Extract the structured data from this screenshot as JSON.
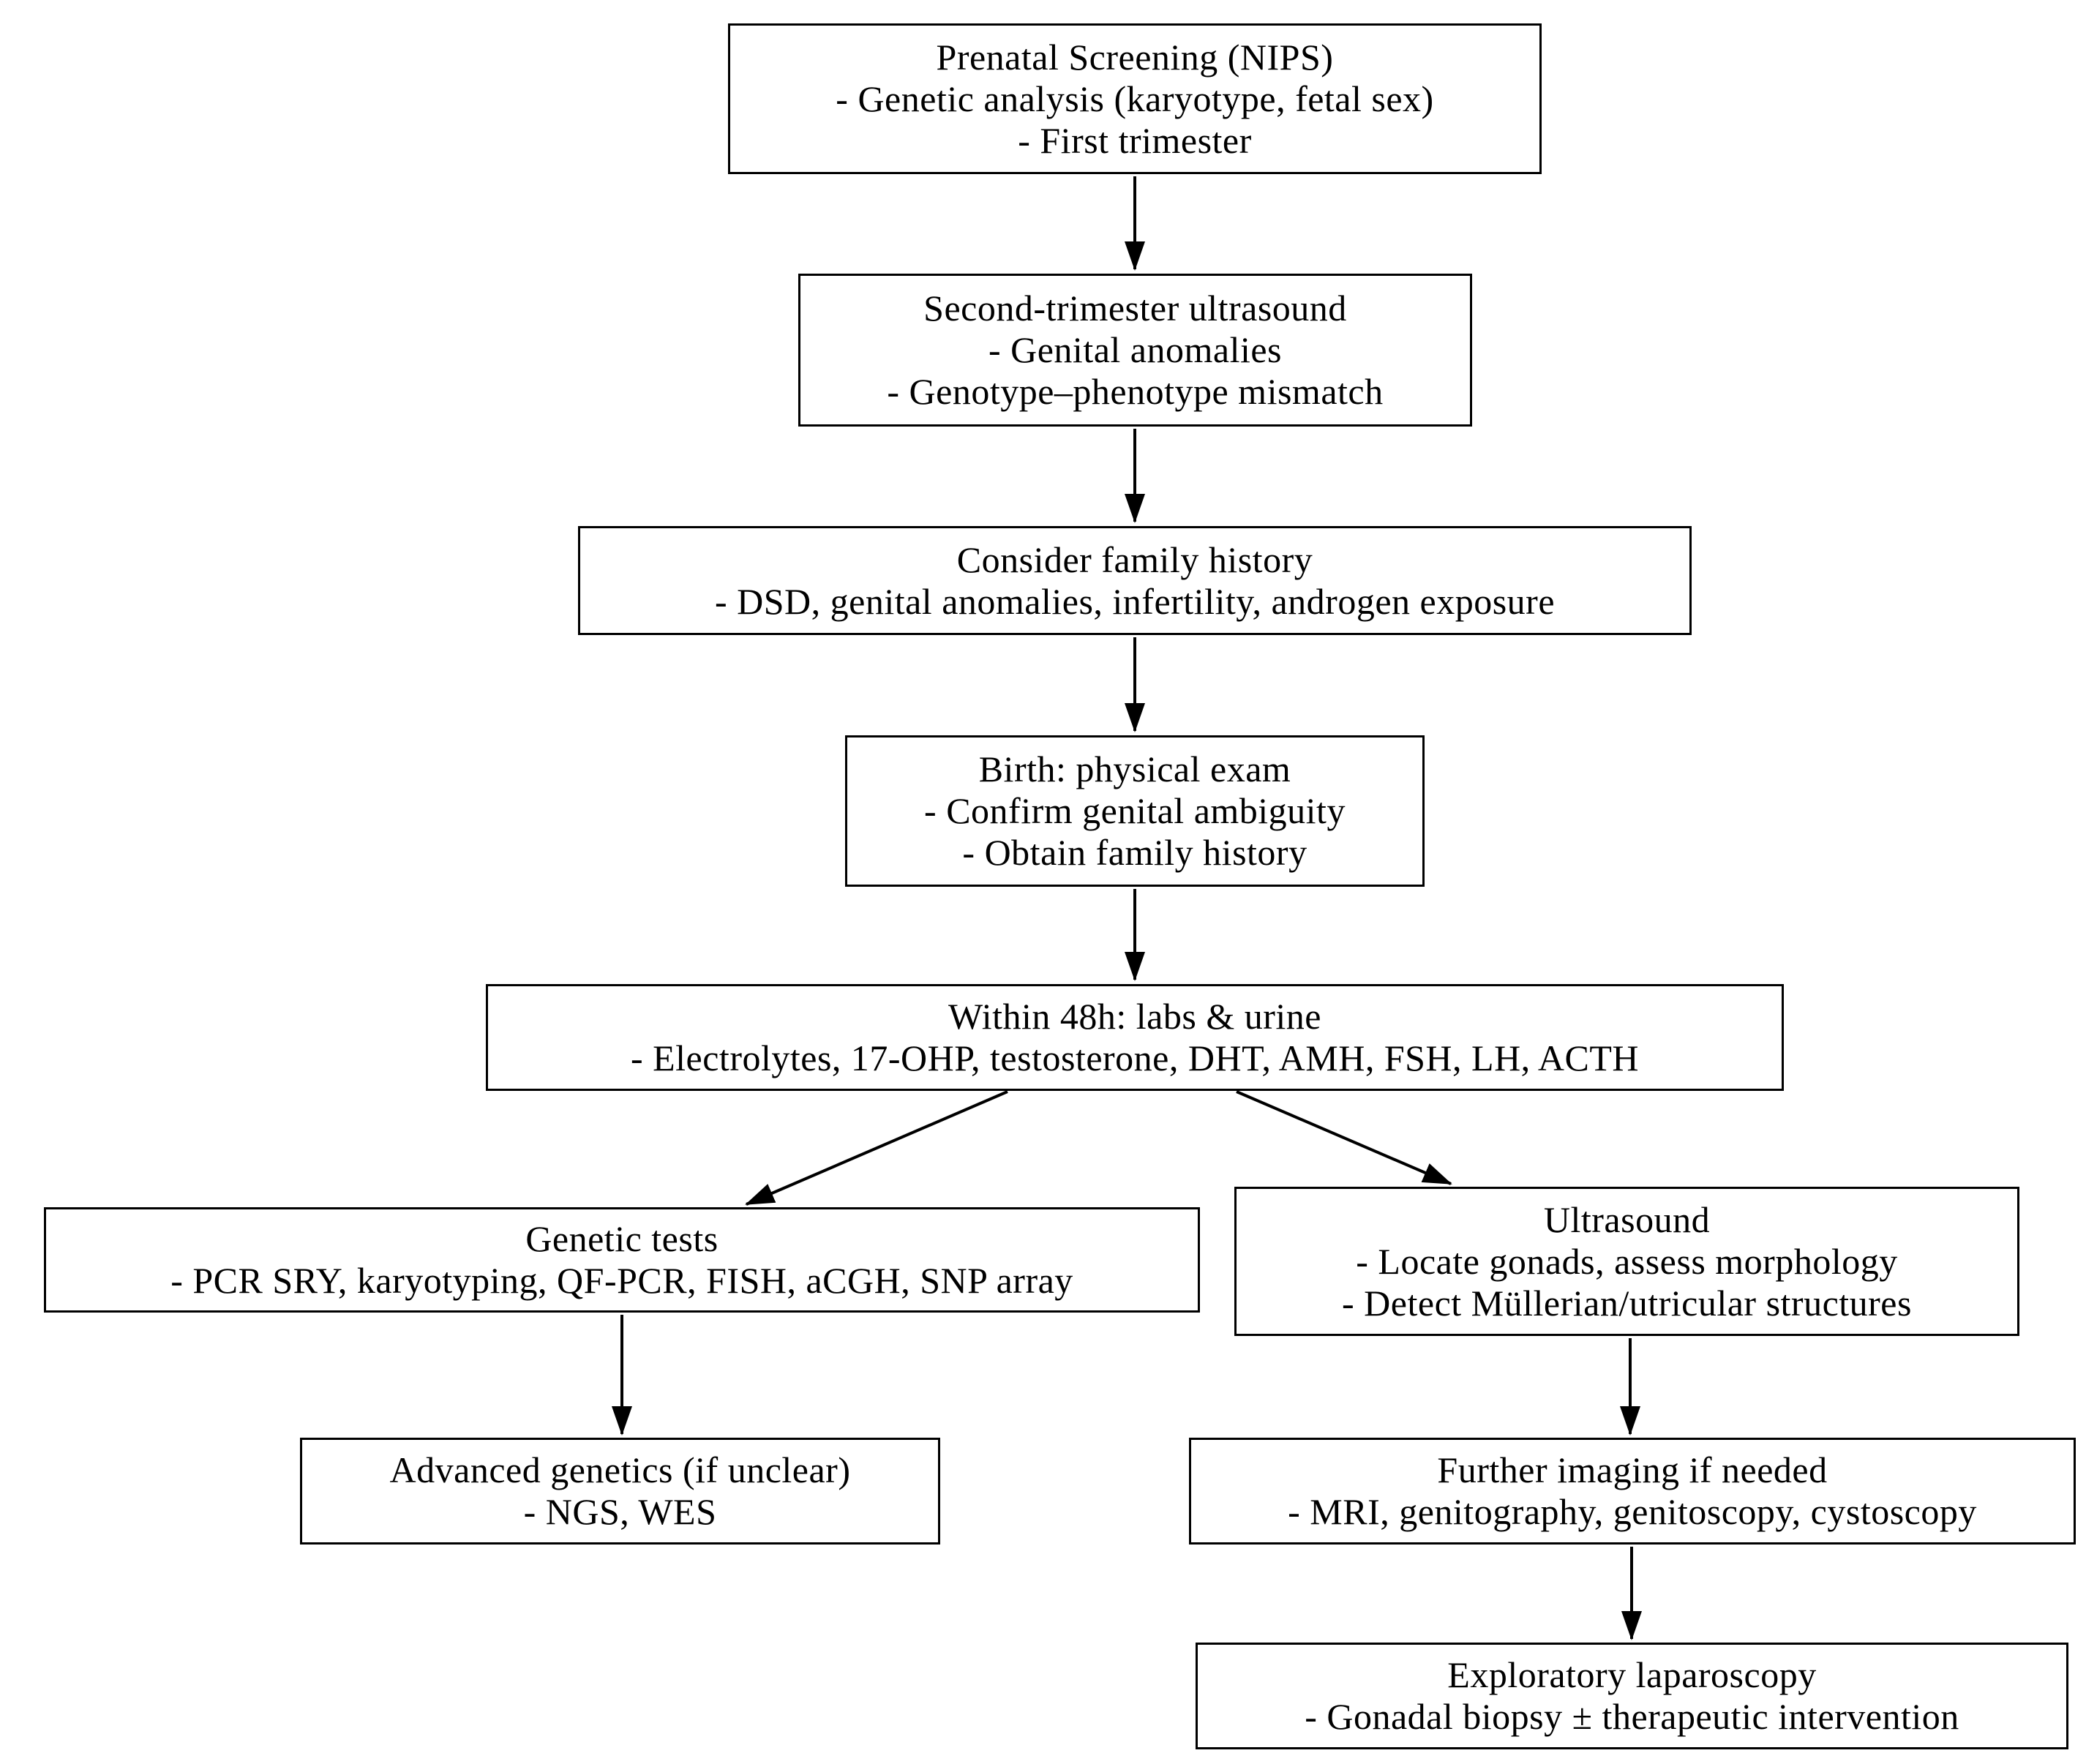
{
  "diagram": {
    "type": "flowchart",
    "colors": {
      "background": "#ffffff",
      "box_border": "#000000",
      "text": "#000000",
      "arrow": "#000000"
    },
    "nodes": [
      {
        "id": "prenatal-screening",
        "lines": [
          "Prenatal Screening (NIPS)",
          "- Genetic analysis (karyotype, fetal sex)",
          "- First trimester"
        ]
      },
      {
        "id": "second-trimester-ultrasound",
        "lines": [
          "Second-trimester ultrasound",
          "- Genital anomalies",
          "- Genotype–phenotype mismatch"
        ]
      },
      {
        "id": "consider-family-history",
        "lines": [
          "Consider family history",
          "- DSD, genital anomalies, infertility, androgen exposure"
        ]
      },
      {
        "id": "birth-physical-exam",
        "lines": [
          "Birth: physical exam",
          "- Confirm genital ambiguity",
          "- Obtain family history"
        ]
      },
      {
        "id": "labs-urine-48h",
        "lines": [
          "Within 48h: labs & urine",
          "- Electrolytes, 17-OHP, testosterone, DHT, AMH, FSH, LH, ACTH"
        ]
      },
      {
        "id": "genetic-tests",
        "lines": [
          "Genetic tests",
          "- PCR SRY, karyotyping, QF-PCR, FISH, aCGH, SNP array"
        ]
      },
      {
        "id": "ultrasound",
        "lines": [
          "Ultrasound",
          "- Locate gonads, assess morphology",
          "- Detect Müllerian/utricular structures"
        ]
      },
      {
        "id": "advanced-genetics",
        "lines": [
          "Advanced genetics (if unclear)",
          "- NGS, WES"
        ]
      },
      {
        "id": "further-imaging",
        "lines": [
          "Further imaging if needed",
          "- MRI, genitography, genitoscopy, cystoscopy"
        ]
      },
      {
        "id": "exploratory-laparoscopy",
        "lines": [
          "Exploratory laparoscopy",
          "- Gonadal biopsy ± therapeutic intervention"
        ]
      }
    ],
    "edges": [
      {
        "from": "prenatal-screening",
        "to": "second-trimester-ultrasound"
      },
      {
        "from": "second-trimester-ultrasound",
        "to": "consider-family-history"
      },
      {
        "from": "consider-family-history",
        "to": "birth-physical-exam"
      },
      {
        "from": "birth-physical-exam",
        "to": "labs-urine-48h"
      },
      {
        "from": "labs-urine-48h",
        "to": "genetic-tests"
      },
      {
        "from": "labs-urine-48h",
        "to": "ultrasound"
      },
      {
        "from": "genetic-tests",
        "to": "advanced-genetics"
      },
      {
        "from": "ultrasound",
        "to": "further-imaging"
      },
      {
        "from": "further-imaging",
        "to": "exploratory-laparoscopy"
      }
    ]
  }
}
